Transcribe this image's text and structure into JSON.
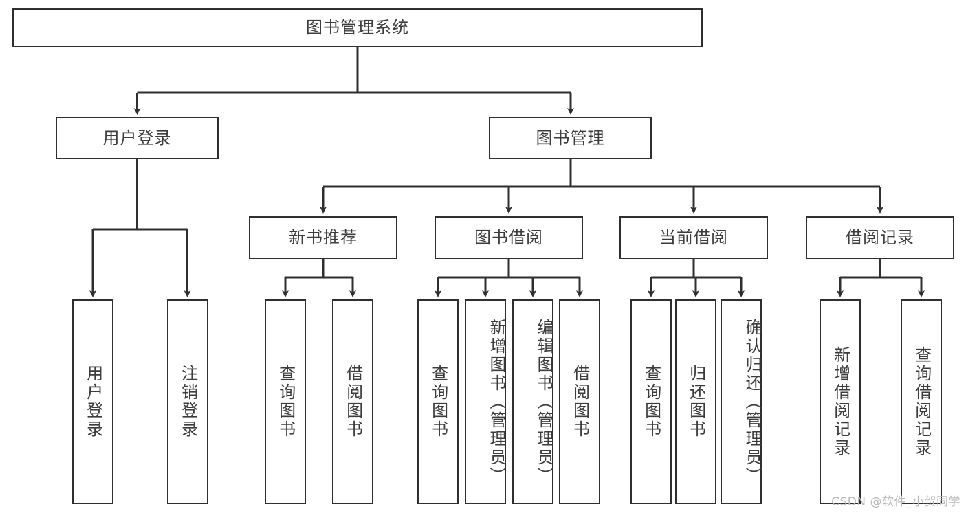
{
  "diagram": {
    "type": "tree",
    "title": "图书管理系统",
    "colors": {
      "border": "#2f2f2f",
      "text": "#3c3c3c",
      "background": "#ffffff",
      "watermark": "#b9b9b9"
    },
    "root": {
      "label": "图书管理系统"
    },
    "level2": [
      {
        "label": "用户登录"
      },
      {
        "label": "图书管理"
      }
    ],
    "level3": [
      {
        "label": "新书推荐"
      },
      {
        "label": "图书借阅"
      },
      {
        "label": "当前借阅"
      },
      {
        "label": "借阅记录"
      }
    ],
    "leaves": {
      "user_login": [
        {
          "label": "用户登录"
        },
        {
          "label": "注销登录"
        }
      ],
      "new_book_recommend": [
        {
          "label": "查询图书"
        },
        {
          "label": "借阅图书"
        }
      ],
      "book_borrow": [
        {
          "label": "查询图书"
        },
        {
          "label": "新增图书（管理员）"
        },
        {
          "label": "编辑图书（管理员）"
        },
        {
          "label": "借阅图书"
        }
      ],
      "current_borrow": [
        {
          "label": "查询图书"
        },
        {
          "label": "归还图书"
        },
        {
          "label": "确认归还（管理员）"
        }
      ],
      "borrow_record": [
        {
          "label": "新增借阅记录"
        },
        {
          "label": "查询借阅记录"
        }
      ]
    }
  },
  "watermark": {
    "text": "CSDN @软件_小贺同学"
  }
}
